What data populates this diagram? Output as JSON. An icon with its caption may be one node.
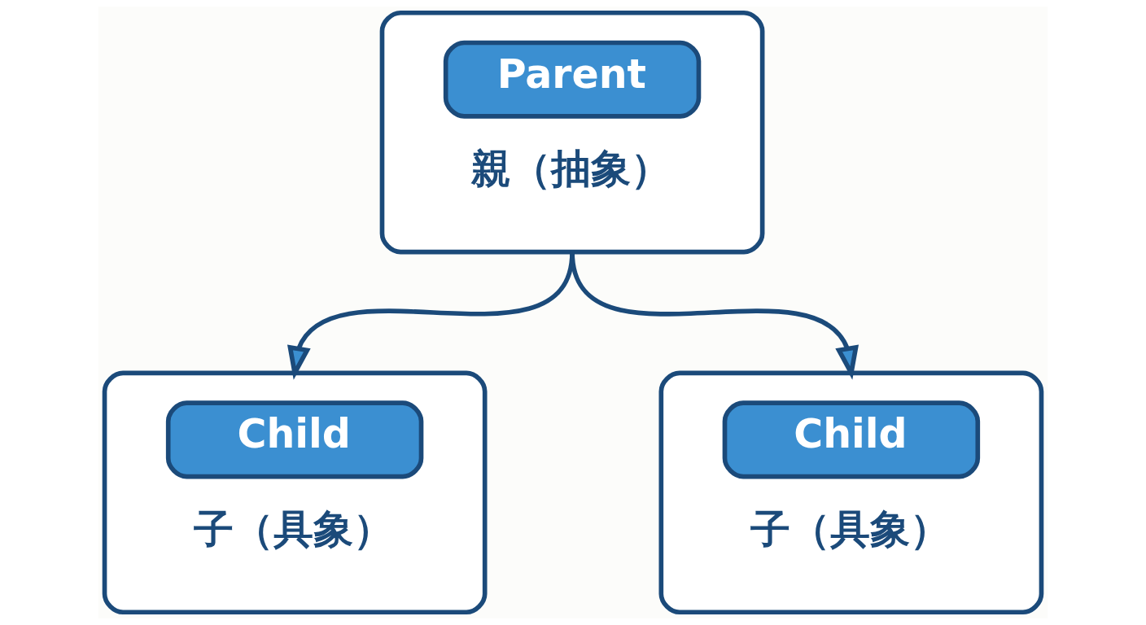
{
  "diagram": {
    "nodes": [
      {
        "text": [
          "Parent",
          "親（抽象）"
        ]
      },
      {
        "text": [
          "Child",
          "子（具象）"
        ]
      },
      {
        "text": [
          "Child",
          "子（具象）"
        ]
      }
    ],
    "edges": [
      {
        "from": 0,
        "to": 1,
        "arrow": "to"
      },
      {
        "from": 0,
        "to": 2,
        "arrow": "to"
      }
    ]
  }
}
